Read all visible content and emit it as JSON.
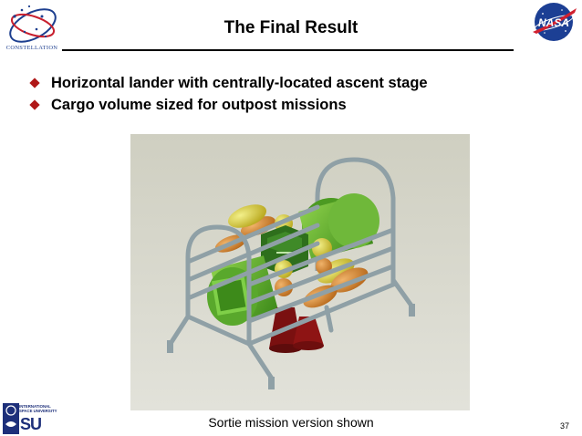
{
  "slide": {
    "title": "The Final Result",
    "bullets": [
      "Horizontal lander with centrally-located ascent stage",
      "Cargo volume sized for outpost missions"
    ],
    "caption": "Sortie mission version shown",
    "page_number": "37"
  },
  "logos": {
    "constellation": "CONSTELLATION",
    "nasa": "NASA",
    "isu_line1": "INTERNATIONAL",
    "isu_line2": "SPACE UNIVERSITY",
    "isu_letters": "SU"
  },
  "colors": {
    "bullet": "#b01818",
    "render_background": "#d2d2c4",
    "nasa_blue": "#1c3f94",
    "nasa_red": "#d1202f"
  }
}
